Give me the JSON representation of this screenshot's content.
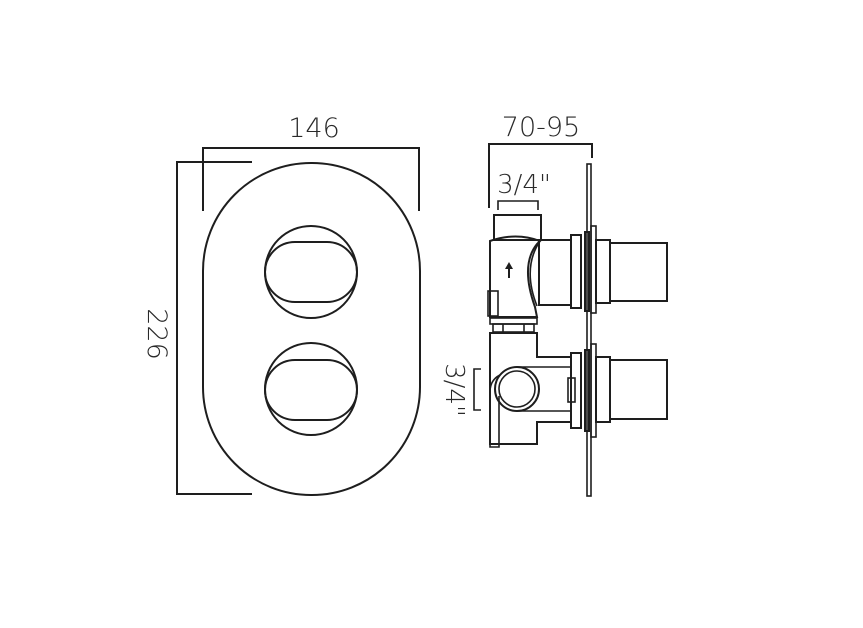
{
  "drawing": {
    "type": "technical-dimension-drawing",
    "subject": "twin-control concealed thermostatic shower valve",
    "colors": {
      "line": "#1e1e1e",
      "text": "#2a2a2a",
      "background": "#ffffff"
    }
  },
  "front_view": {
    "width_label": "146",
    "height_label": "226",
    "controls": [
      {
        "name": "upper-handle"
      },
      {
        "name": "lower-handle"
      }
    ]
  },
  "side_view": {
    "depth_label": "70-95",
    "top_inlet_label": "3/4\"",
    "side_outlet_label": "3/4\"",
    "flow_arrow": "up-arrow"
  }
}
